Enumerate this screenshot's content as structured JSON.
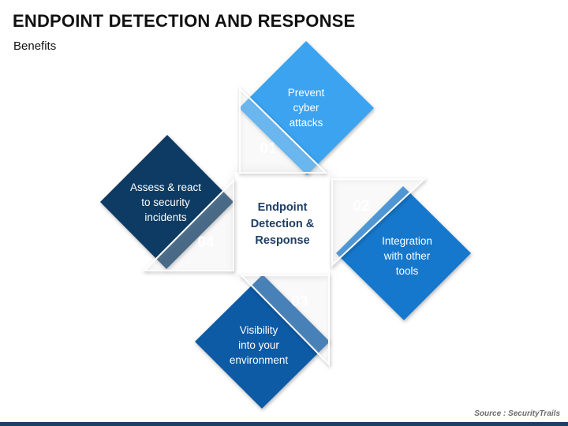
{
  "header": {
    "title": "ENDPOINT DETECTION AND RESPONSE",
    "subtitle": "Benefits"
  },
  "center": {
    "lines": [
      "Endpoint",
      "Detection &",
      "Response"
    ]
  },
  "steps": [
    {
      "number": "01",
      "lines": [
        "Prevent",
        "cyber",
        "attacks"
      ],
      "color": "#3ba3f0"
    },
    {
      "number": "02",
      "lines": [
        "Integration",
        "with other",
        "tools"
      ],
      "color": "#1478cc"
    },
    {
      "number": "03",
      "lines": [
        "Visibility",
        "into your",
        "environment"
      ],
      "color": "#0d5aa5"
    },
    {
      "number": "04",
      "lines": [
        "Assess & react",
        "to security",
        "incidents"
      ],
      "color": "#0e3a63"
    }
  ],
  "footer": {
    "source": "Source : SecurityTrails"
  }
}
